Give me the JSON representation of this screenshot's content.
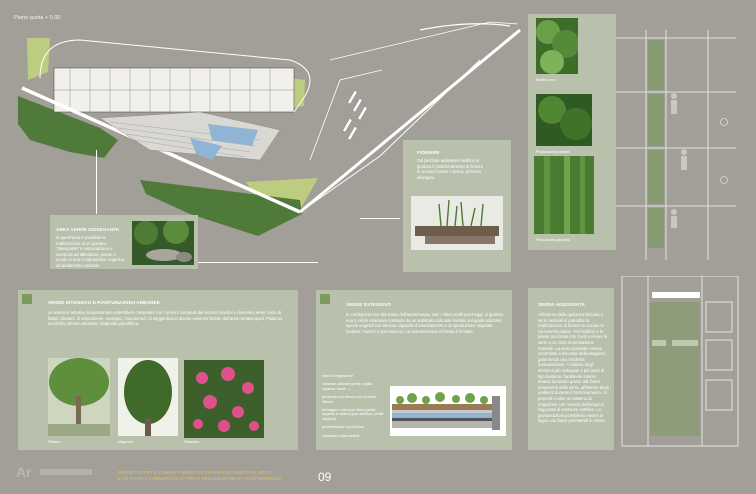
{
  "plan": {
    "title": "Piano quota + 0.00"
  },
  "area_verde": {
    "title": "AREA VERDE DISSEGANTA",
    "body": "In quest'area è possibile la realizzazione di un giardino \"dissegante\" in associazione a composti ad alberature, piante e acque in una composizione organica ad andamento naturale."
  },
  "fioriere": {
    "title": "FIORIERE",
    "body": "Sul piazzale antistante l'edificio si ipotizza il posizionamento di fioriere in acciaio Corten o pietra, di forma allungata."
  },
  "arboree": {
    "title": "VERDE INTENSIVO E PIANTUMAZIONI ARBOREE",
    "body": "Le essenze arboree da piantumare potrebbero consentire con i termini comunali dei Servizi Giardini e dovranno tener conto di fattori climatici, di esposizione, ecologici, manutentivi. Si suggeriscono alcune essenze tipiche dell'area romana quali: Platanus acerifolia, Nerium oleander, Magnolia grandiflora.",
    "photos": [
      {
        "label": "Platano"
      },
      {
        "label": "Magnolia"
      },
      {
        "label": "Oleandro"
      }
    ]
  },
  "estensivo": {
    "title": "VERDE ESTENSIVO",
    "body": "In corrispondenza del solaio dell'autorimessa, vasi i rilievi cortili parcheggi, si ipotizza una o verde estensivo costituito da un substrato colturale limitato sul quale utilizzare specie vegetali con elevata capacità di insediamento e di riproduzione vegetale (sedum, muschi e graminacee). La manutenzione richiesta è limitata.",
    "layers": [
      "strato di vegetazione",
      "substrato colturale (perlite, argilla espansa, zeoliti,...)",
      "geotessile non tessuto con funzione filtrante",
      "drenaggio e accumulo idrico (perlite espansa in strati di grani pietrisco, perlite espansa)",
      "geomembrana di protezione",
      "membrana impermeabile"
    ]
  },
  "serra": {
    "title": "SERRA ADDOSSATA",
    "body": "All'interno della quota tra facciata e serre verticali si potrebbe la realizzazione di fioriere in acciaio in cui inserire piante. Tra l'edificio e le piante (ancorate con cavi) a creare le serre e un ciclo di ventilazione naturale. La serra potrebbe essere controllata a seconda della stagione, garantendo una modesta manutenzione. A ridosso degli elementi più sviluppati e più ampi di tipo bamboo, l'ambiente interno rimane luminoso grazie alle fasce trasparenti della serra, all'interno degli ambienti durante il funzionamento. Si prevede inoltre un sistema di irrigazione con ricircolo dell'acqua e l'aggiunta di sostanze nutritive. Le piantumazioni potrebbero essere in legno con fasce perimetrali in vimini."
  },
  "species": [
    {
      "label": "Bambù nero"
    },
    {
      "label": "Phyllostachys bissetii"
    },
    {
      "label": "Pseudosasa japonica"
    }
  ],
  "footer": {
    "line1": "PROGETTO PER IL COMPLETAMENTO DI UN EDIFICIO ADIBITO AD UFFICI",
    "line2": "E AD ATTIVITÀ COMMERCIALI E PER LA REALIZZAZIONE DI UN AUTORIMESSA",
    "sheet": "09"
  },
  "colors": {
    "background": "#a29f99",
    "panel": "#b9c1ad",
    "panel_accent": "#c8d0bc",
    "plan_green": "#4f7a3a",
    "plan_lawn": "#bccd82",
    "plan_blue": "#8fb4d6",
    "footer_text": "#e8c840"
  }
}
